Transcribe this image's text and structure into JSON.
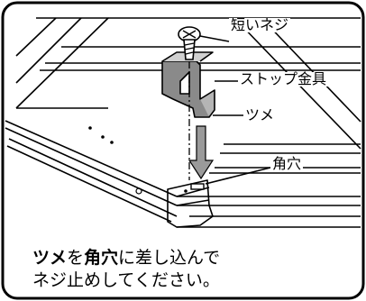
{
  "labels": {
    "screw": "短いネジ",
    "stop_bracket": "ストップ金具",
    "tab": "ツメ",
    "square_hole": "角穴"
  },
  "caption": {
    "line1_bold_a": "ツメ",
    "line1_text_a": "を",
    "line1_bold_b": "角穴",
    "line1_text_b": "に差し込んで",
    "line2": "ネジ止めしてください。"
  },
  "colors": {
    "frame_border": "#000000",
    "bracket_fill": "#8a8a8a",
    "arrow_fill": "#9a9a9a",
    "line": "#000000",
    "background": "#ffffff"
  }
}
